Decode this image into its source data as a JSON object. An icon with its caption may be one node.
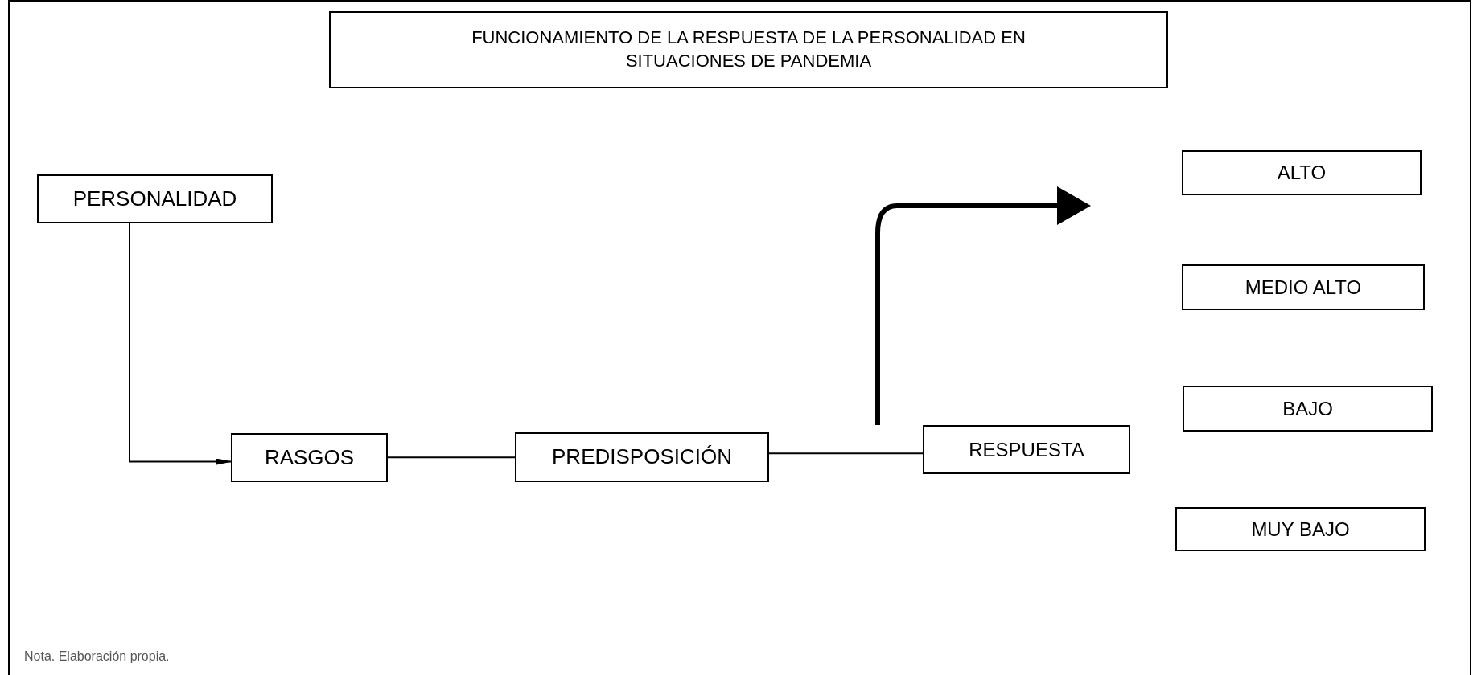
{
  "diagram": {
    "nodes": [
      {
        "text": [
          "FUNCIONAMIENTO DE LA RESPUESTA DE LA PERSONALIDAD EN SITUACIONES DE PANDEMIA"
        ]
      },
      {
        "text": [
          "PERSONALIDAD"
        ]
      },
      {
        "text": [
          "RASGOS"
        ]
      },
      {
        "text": [
          "PREDISPOSICIÓN"
        ]
      },
      {
        "text": [
          "RESPUESTA"
        ]
      },
      {
        "text": [
          "ALTO"
        ]
      },
      {
        "text": [
          "MEDIO ALTO"
        ]
      },
      {
        "text": [
          "BAJO"
        ]
      },
      {
        "text": [
          "MUY BAJO"
        ]
      }
    ],
    "edges": [
      {
        "from": 1,
        "to": 2,
        "arrow": "to"
      },
      {
        "from": 2,
        "to": 3,
        "arrow": "none"
      },
      {
        "from": 3,
        "to": 4,
        "arrow": "none"
      },
      {
        "from": 4,
        "to": null,
        "arrow": "to",
        "style": "thick"
      }
    ],
    "labels": [
      "Nota. Elaboración propia."
    ]
  }
}
